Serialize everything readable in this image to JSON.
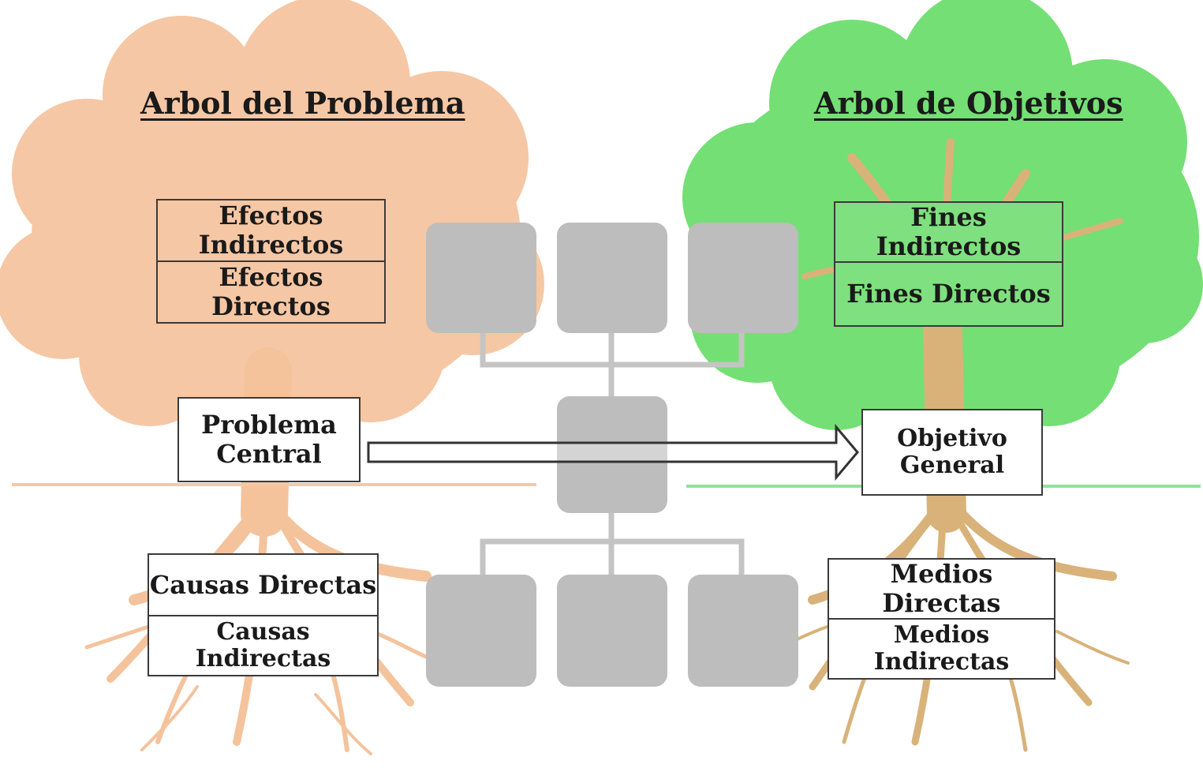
{
  "problem_tree": {
    "title": "Arbol del Problema",
    "effects_indirect": "Efectos Indirectos",
    "effects_direct": "Efectos Directos",
    "central_problem_line1": "Problema",
    "central_problem_line2": "Central",
    "causes_direct": "Causas Directas",
    "causes_indirect": "Causas Indirectas"
  },
  "objective_tree": {
    "title": "Arbol de Objetivos",
    "ends_indirect": "Fines Indirectos",
    "ends_direct": "Fines Directos",
    "general_objective_line1": "Objetivo",
    "general_objective_line2": "General",
    "means_direct": "Medios Directas",
    "means_indirect": "Medios Indirectas"
  },
  "colors": {
    "problem_tree": "#f6c7a4",
    "objective_tree": "#74df74",
    "trunk_problem": "#f4c39c",
    "trunk_objective": "#d9b27a",
    "hierarchy_blocks": "#bdbdbd"
  }
}
